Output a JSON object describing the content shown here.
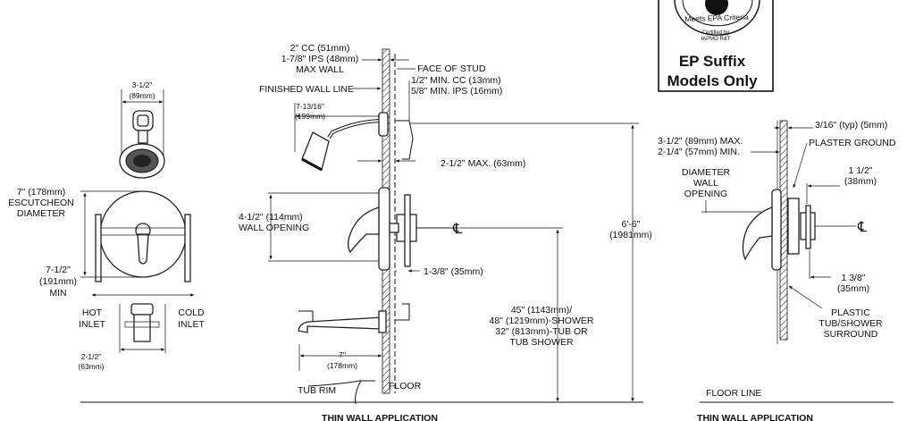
{
  "badge": {
    "seal_text": "Meets EPA Criteria",
    "certified": "Certified by",
    "certifier": "IAPMO R&T",
    "line1": "EP Suffix",
    "line2": "Models Only"
  },
  "front_view": {
    "head_width": "3-1/2\"",
    "head_width_mm": "(89mm)",
    "escutcheon_1": "7\" (178mm)",
    "escutcheon_2": "ESCUTCHEON",
    "escutcheon_3": "DIAMETER",
    "min_1": "7-1/2\"",
    "min_2": "(191mm)",
    "min_3": "MIN",
    "hot_1": "HOT",
    "hot_2": "INLET",
    "cold_1": "COLD",
    "cold_2": "INLET",
    "spout_1": "2-1/2\"",
    "spout_2": "(63mm)"
  },
  "side_view": {
    "cc_1": "2\" CC (51mm)",
    "cc_2": "1-7/8\" IPS (48mm)",
    "cc_3": "MAX WALL",
    "face_of_stud": "FACE OF STUD",
    "min_cc": "1/2\" MIN. CC (13mm)",
    "min_ips": "5/8\" MIN. IPS (16mm)",
    "finished_wall": "FINISHED WALL LINE",
    "arm_1": "7-13/16\"",
    "arm_2": "(199mm)",
    "max_63": "2-1/2\" MAX. (63mm)",
    "opening_1": "4-1/2\" (114mm)",
    "opening_2": "WALL OPENING",
    "centerline": "℄",
    "height_1": "6'-6\"",
    "height_2": "(1981mm)",
    "depth_35": "1-3/8\" (35mm)",
    "h45_1": "45\" (1143mm)/",
    "h45_2": "48\" (1219mm)-SHOWER",
    "h45_3": "32\" (813mm)-TUB OR",
    "h45_4": "TUB SHOWER",
    "spout_1": "7\"",
    "spout_2": "(178mm)",
    "tub_rim": "TUB RIM",
    "floor": "FLOOR",
    "bottom_caption": "THIN WALL APPLICATION"
  },
  "detail_view": {
    "typ": "3/16\" (typ) (5mm)",
    "plaster": "PLASTER GROUND",
    "maxmin_1": "3-1/2\" (89mm) MAX.",
    "maxmin_2": "2-1/4\" (57mm) MIN.",
    "diam_1": "DIAMETER",
    "diam_2": "WALL",
    "diam_3": "OPENING",
    "d38_1": "1 1/2\"",
    "d38_2": "(38mm)",
    "centerline": "℄",
    "d35_1": "1 3/8\"",
    "d35_2": "(35mm)",
    "plastic_1": "PLASTIC",
    "plastic_2": "TUB/SHOWER",
    "plastic_3": "SURROUND",
    "floor_line": "FLOOR LINE",
    "bottom_caption": "THIN WALL APPLICATION"
  }
}
